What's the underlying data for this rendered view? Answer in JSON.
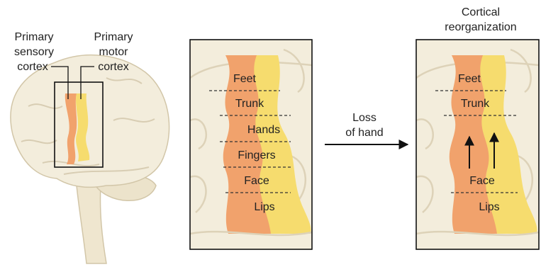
{
  "labels": {
    "primary_sensory": [
      "Primary",
      "sensory",
      "cortex"
    ],
    "primary_motor": [
      "Primary",
      "motor",
      "cortex"
    ],
    "title_right": [
      "Cortical",
      "reorganization"
    ],
    "arrow_caption": [
      "Loss",
      "of hand"
    ]
  },
  "panel_normal": {
    "regions": [
      "Feet",
      "Trunk",
      "Hands",
      "Fingers",
      "Face",
      "Lips"
    ]
  },
  "panel_reorganized": {
    "regions": [
      "Feet",
      "Trunk",
      "Face",
      "Lips"
    ]
  },
  "colors": {
    "sensory": "#f1a26c",
    "motor": "#f6dc6e",
    "brain": "#f3eddc",
    "brain_fold": "#d8cdb3",
    "ink": "#222222"
  }
}
